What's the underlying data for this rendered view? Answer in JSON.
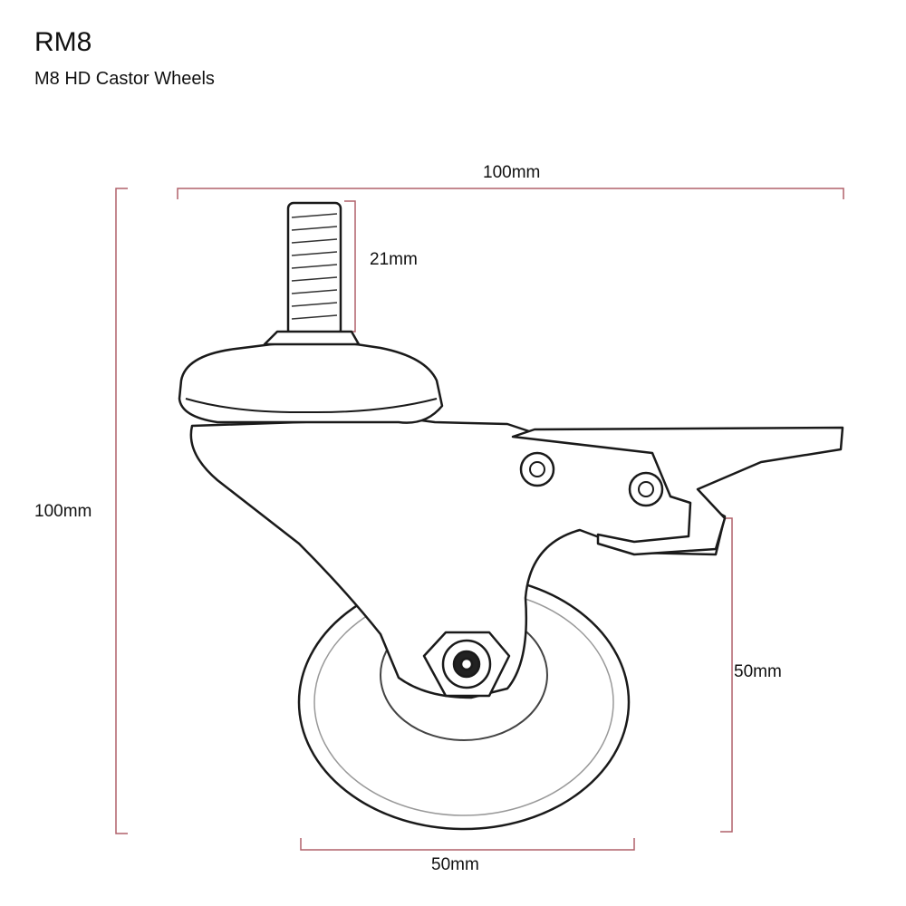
{
  "header": {
    "title": "RM8",
    "subtitle": "M8 HD Castor Wheels"
  },
  "dimensions": {
    "overall_width": "100mm",
    "stem_length": "21mm",
    "overall_height": "100mm",
    "wheel_height": "50mm",
    "wheel_width": "50mm"
  },
  "colors": {
    "dimension_line": "#b0606a",
    "outline": "#1a1a1a"
  }
}
